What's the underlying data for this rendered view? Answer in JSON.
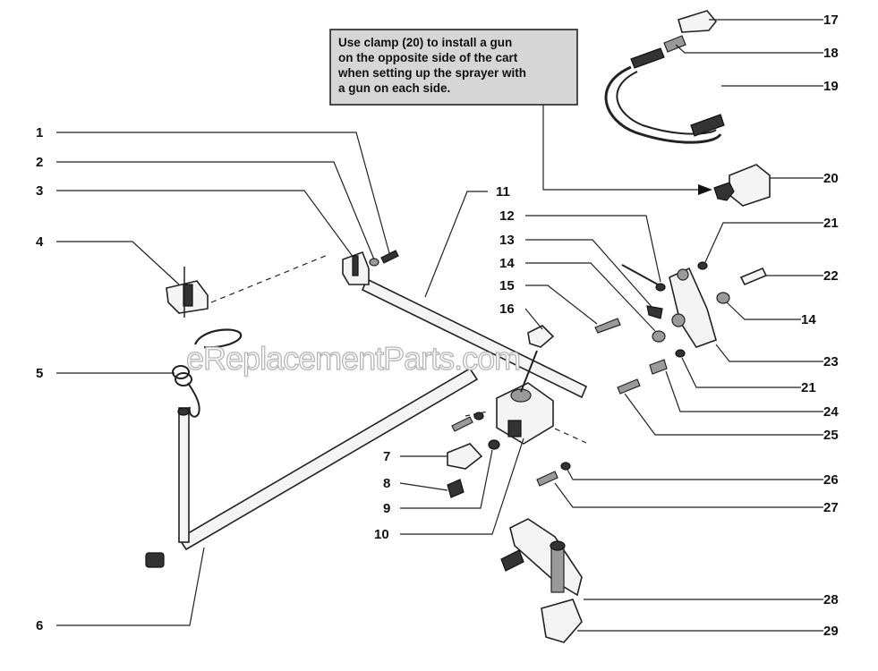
{
  "note": {
    "lines": [
      "Use clamp (20) to install a gun",
      "on the opposite side of the cart",
      "when setting up the sprayer with",
      "a gun on each side."
    ]
  },
  "watermark": "eReplacementParts.com",
  "callouts": {
    "c1": "1",
    "c2": "2",
    "c3": "3",
    "c4": "4",
    "c5": "5",
    "c6": "6",
    "c7": "7",
    "c8": "8",
    "c9": "9",
    "c10": "10",
    "c11": "11",
    "c12": "12",
    "c13": "13",
    "c14a": "14",
    "c14b": "14",
    "c15": "15",
    "c16": "16",
    "c17": "17",
    "c18": "18",
    "c19": "19",
    "c20": "20",
    "c21a": "21",
    "c21b": "21",
    "c22": "22",
    "c23": "23",
    "c24": "24",
    "c25": "25",
    "c26": "26",
    "c27": "27",
    "c28": "28",
    "c29": "29"
  }
}
